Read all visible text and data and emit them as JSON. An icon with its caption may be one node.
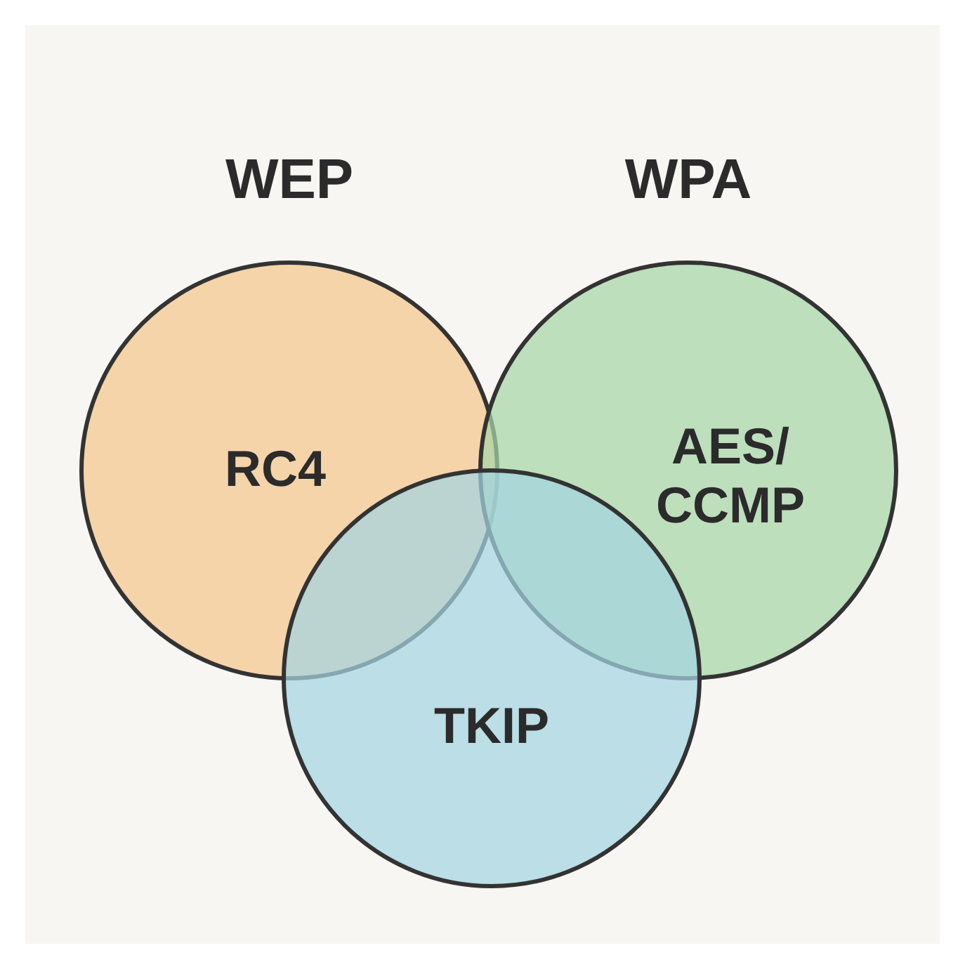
{
  "diagram": {
    "nodes": [
      {
        "text": [
          "WEP",
          "RC4"
        ]
      },
      {
        "text": [
          "WPA",
          "AES/ CCMP"
        ]
      },
      {
        "text": [
          "TKIP"
        ]
      }
    ]
  }
}
